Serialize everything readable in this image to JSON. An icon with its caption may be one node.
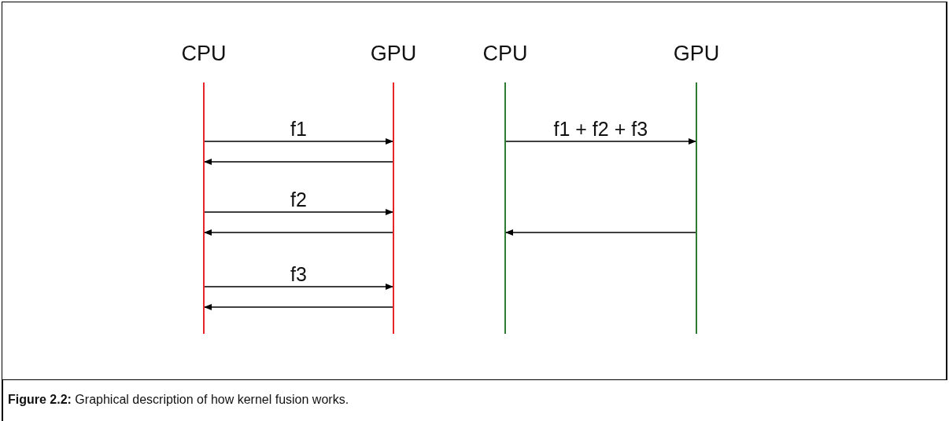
{
  "diagram": {
    "caption": "**Figure 2.2:** Graphical description of how kernel fusion works.",
    "nodes": [
      {
        "text": [
          "CPU"
        ]
      },
      {
        "text": [
          "GPU"
        ]
      },
      {
        "text": [
          "CPU"
        ]
      },
      {
        "text": [
          "GPU"
        ]
      }
    ],
    "edges": [
      {
        "from": 0,
        "to": 1,
        "arrow": "to",
        "label": "f1"
      },
      {
        "from": 1,
        "to": 0,
        "arrow": "to"
      },
      {
        "from": 0,
        "to": 1,
        "arrow": "to",
        "label": "f2"
      },
      {
        "from": 1,
        "to": 0,
        "arrow": "to"
      },
      {
        "from": 0,
        "to": 1,
        "arrow": "to",
        "label": "f3"
      },
      {
        "from": 1,
        "to": 0,
        "arrow": "to"
      },
      {
        "from": 2,
        "to": 3,
        "arrow": "to",
        "label": "f1 + f2 + f3"
      },
      {
        "from": 3,
        "to": 2,
        "arrow": "to"
      }
    ]
  }
}
